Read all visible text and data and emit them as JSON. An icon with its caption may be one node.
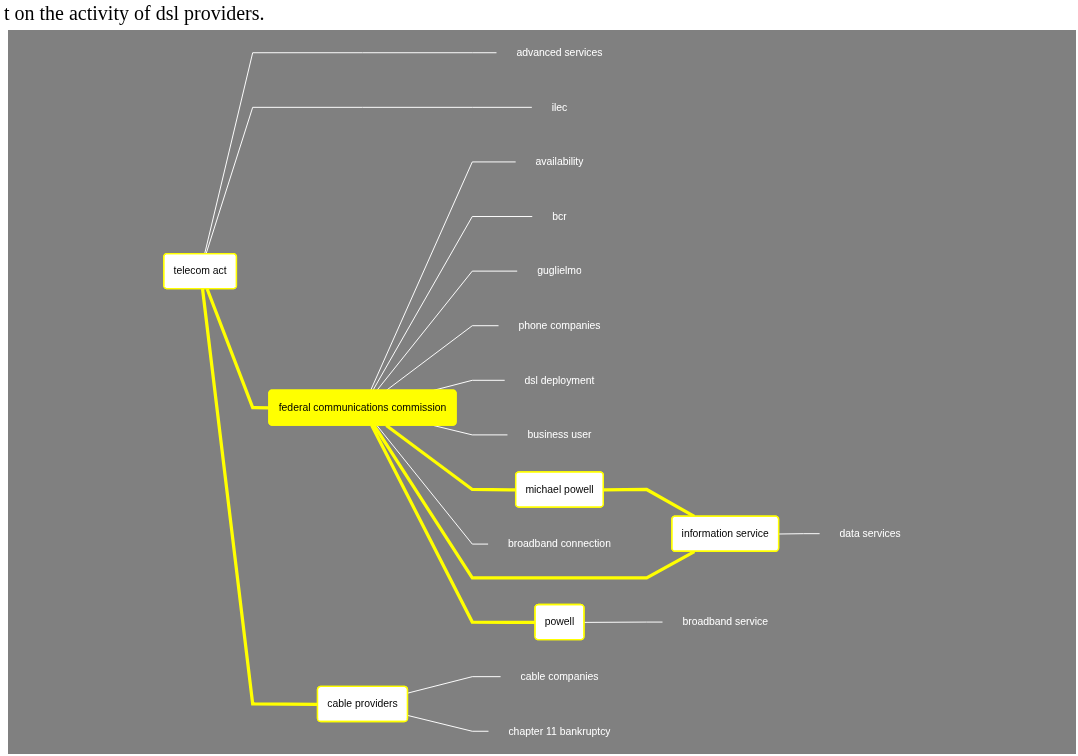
{
  "diagram": {
    "caption": "t on the activity of dsl providers.",
    "nodes": [
      {
        "text": [
          "availability"
        ]
      },
      {
        "text": [
          "advanced services"
        ]
      },
      {
        "text": [
          "bcr"
        ]
      },
      {
        "text": [
          "guglielmo"
        ]
      },
      {
        "text": [
          "ilec"
        ]
      },
      {
        "text": [
          "phone companies"
        ]
      },
      {
        "text": [
          "dsl deployment"
        ]
      },
      {
        "text": [
          "telecom act"
        ]
      },
      {
        "text": [
          "federal communications commission"
        ]
      },
      {
        "text": [
          "cable companies"
        ]
      },
      {
        "text": [
          "business user"
        ]
      },
      {
        "text": [
          "cable providers"
        ]
      },
      {
        "text": [
          "michael powell"
        ]
      },
      {
        "text": [
          "broadband connection"
        ]
      },
      {
        "text": [
          "chapter 11 bankruptcy"
        ]
      },
      {
        "text": [
          "powell"
        ]
      },
      {
        "text": [
          "information service"
        ]
      },
      {
        "text": [
          "data services"
        ]
      },
      {
        "text": [
          "broadband service"
        ]
      }
    ],
    "edges": [
      {
        "from": 8,
        "to": 0,
        "arrow": "none"
      },
      {
        "from": 7,
        "to": 1,
        "arrow": "none"
      },
      {
        "from": 8,
        "to": 2,
        "arrow": "none"
      },
      {
        "from": 8,
        "to": 3,
        "arrow": "none"
      },
      {
        "from": 7,
        "to": 4,
        "arrow": "none"
      },
      {
        "from": 8,
        "to": 5,
        "arrow": "none"
      },
      {
        "from": 8,
        "to": 6,
        "arrow": "none"
      },
      {
        "from": 7,
        "to": 8,
        "arrow": "none",
        "style": "thick",
        "color": "#ffff00"
      },
      {
        "from": 7,
        "to": 11,
        "arrow": "none",
        "style": "thick",
        "color": "#ffff00"
      },
      {
        "from": 11,
        "to": 9,
        "arrow": "none"
      },
      {
        "from": 8,
        "to": 10,
        "arrow": "none"
      },
      {
        "from": 8,
        "to": 12,
        "arrow": "none",
        "style": "thick",
        "color": "#ffff00"
      },
      {
        "from": 8,
        "to": 13,
        "arrow": "none"
      },
      {
        "from": 8,
        "to": 16,
        "arrow": "none",
        "style": "thick",
        "color": "#ffff00"
      },
      {
        "from": 8,
        "to": 15,
        "arrow": "none",
        "style": "thick",
        "color": "#ffff00"
      },
      {
        "from": 11,
        "to": 14,
        "arrow": "none"
      },
      {
        "from": 12,
        "to": 16,
        "arrow": "none",
        "style": "thick",
        "color": "#ffff00"
      },
      {
        "from": 16,
        "to": 17,
        "arrow": "none"
      },
      {
        "from": 15,
        "to": 18,
        "arrow": "none"
      }
    ]
  }
}
